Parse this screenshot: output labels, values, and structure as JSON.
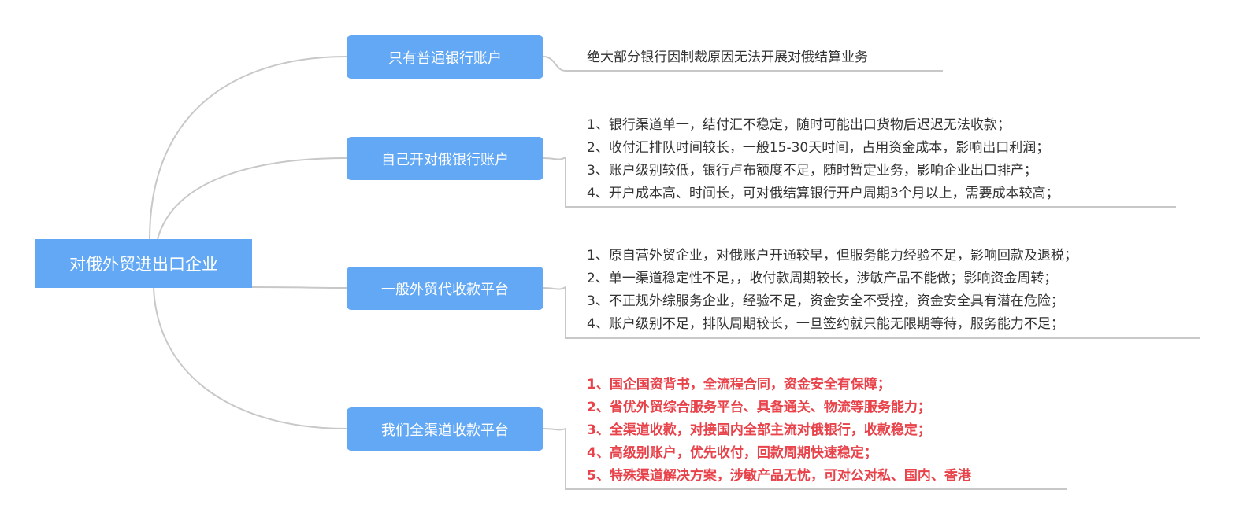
{
  "root": {
    "label": "对俄外贸进出口企业"
  },
  "colors": {
    "node": "#62a8f5",
    "highlight": "#e8424a",
    "connector": "#c8c8c8"
  },
  "branches": [
    {
      "label": "只有普通银行账户",
      "details": [
        "绝大部分银行因制裁原因无法开展对俄结算业务"
      ]
    },
    {
      "label": "自己开对俄银行账户",
      "details": [
        "1、银行渠道单一，结付汇不稳定，随时可能出口货物后迟迟无法收款；",
        "2、收付汇排队时间较长，一般15-30天时间，占用资金成本，影响出口利润；",
        "3、账户级别较低，银行卢布额度不足，随时暂定业务，影响企业出口排产；",
        "4、开户成本高、时间长，可对俄结算银行开户周期3个月以上，需要成本较高；"
      ]
    },
    {
      "label": "一般外贸代收款平台",
      "details": [
        "1、原自营外贸企业，对俄账户开通较早，但服务能力经验不足，影响回款及退税；",
        "2、单一渠道稳定性不足，，收付款周期较长，涉敏产品不能做；影响资金周转；",
        "3、不正规外综服务企业，经验不足，资金安全不受控，资金安全具有潜在危险；",
        "4、账户级别不足，排队周期较长，一旦签约就只能无限期等待，服务能力不足；"
      ]
    },
    {
      "label": "我们全渠道收款平台",
      "details": [
        "1、国企国资背书，全流程合同，资金安全有保障；",
        "2、省优外贸综合服务平台、具备通关、物流等服务能力；",
        "3、全渠道收款，对接国内全部主流对俄银行，收款稳定；",
        "4、高级别账户，优先收付，回款周期快速稳定；",
        "5、特殊渠道解决方案，涉敏产品无忧，可对公对私、国内、香港"
      ]
    }
  ]
}
